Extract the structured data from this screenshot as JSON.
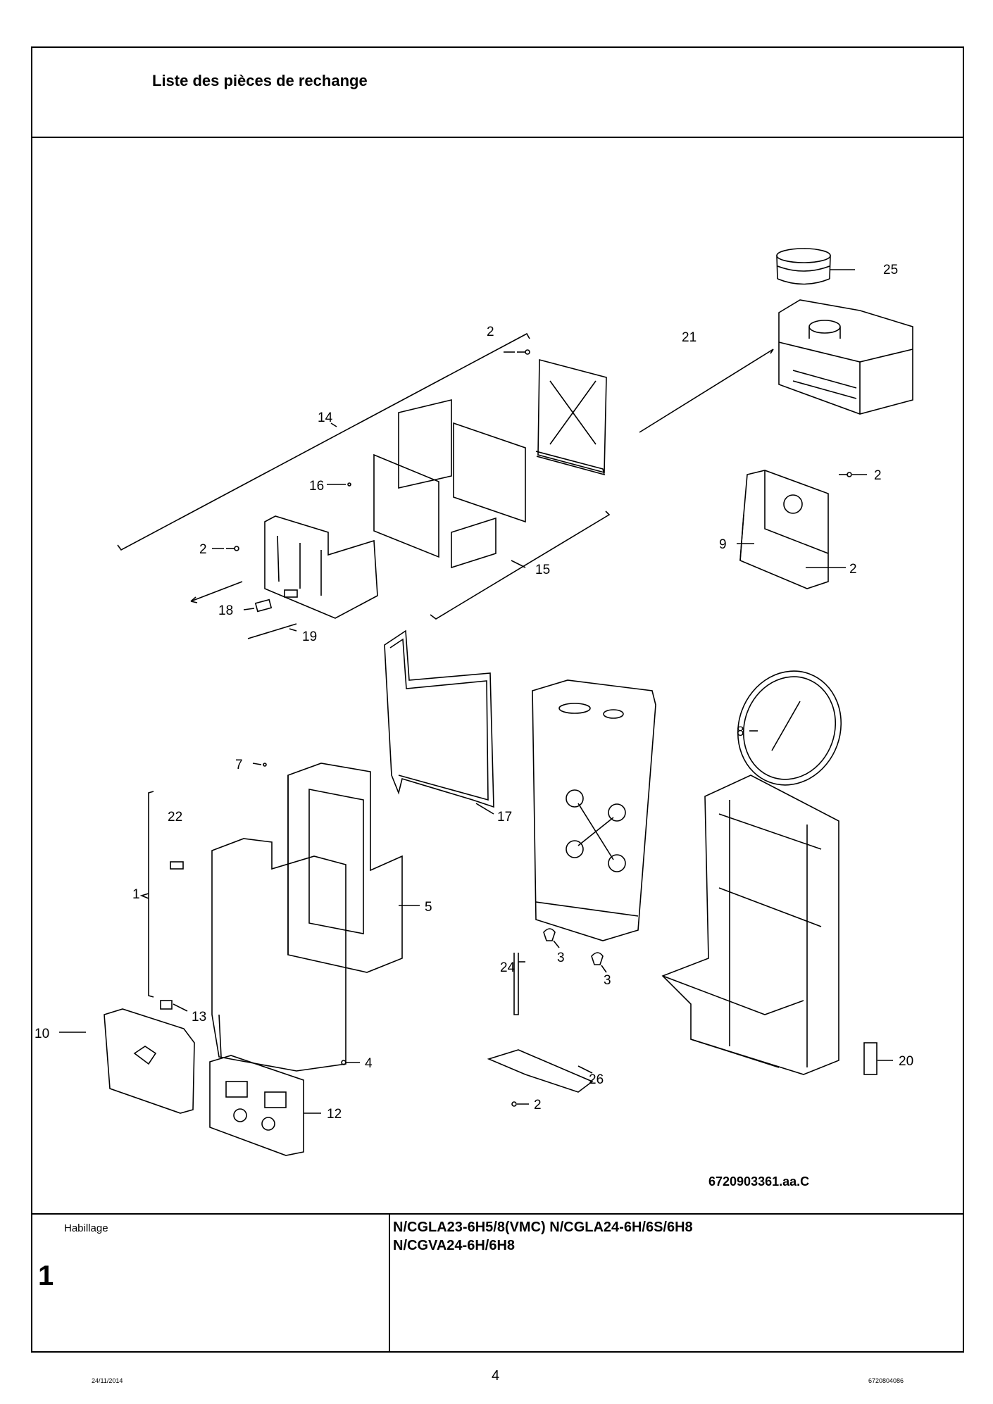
{
  "header": {
    "title": "Liste des pièces de rechange"
  },
  "diagram": {
    "reference": "6720903361.aa.C",
    "callouts": [
      "25",
      "21",
      "2",
      "14",
      "16",
      "2",
      "2",
      "9",
      "2",
      "15",
      "18",
      "19",
      "17",
      "8",
      "7",
      "22",
      "1",
      "5",
      "3",
      "24",
      "3",
      "13",
      "10",
      "4",
      "26",
      "2",
      "20",
      "12"
    ]
  },
  "footer_block": {
    "section_name": "Habillage",
    "section_number": "1",
    "model_line1": "N/CGLA23-6H5/8(VMC) N/CGLA24-6H/6S/6H8",
    "model_line2": "N/CGVA24-6H/6H8"
  },
  "page": {
    "date": "24/11/2014",
    "number": "4",
    "doc_number": "6720804086"
  }
}
